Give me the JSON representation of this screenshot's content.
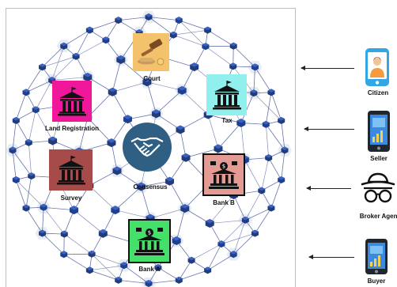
{
  "network": {
    "nodes": {
      "court": {
        "label": "Court",
        "color": "#f3c26b"
      },
      "land_registration": {
        "label": "Land Registration",
        "color": "#f0179a"
      },
      "tax": {
        "label": "Tax",
        "color": "#8ff0ee"
      },
      "survey": {
        "label": "Survey",
        "color": "#a64a4a"
      },
      "bank_b": {
        "label": "Bank B",
        "color": "#e49b93"
      },
      "bank_a": {
        "label": "Bank A",
        "color": "#44e06a"
      }
    },
    "consensus": {
      "label": "Consensus",
      "color": "#2f5f83"
    }
  },
  "actors": [
    {
      "label": "Citizen",
      "icon": "citizen-phone-icon",
      "color": "#33a7e6"
    },
    {
      "label": "Seller",
      "icon": "seller-phone-icon",
      "color": "#2f7fd1"
    },
    {
      "label": "Broker Agent",
      "icon": "spy-icon",
      "color": "#111111"
    },
    {
      "label": "Buyer",
      "icon": "buyer-phone-icon",
      "color": "#2f7fd1"
    }
  ]
}
